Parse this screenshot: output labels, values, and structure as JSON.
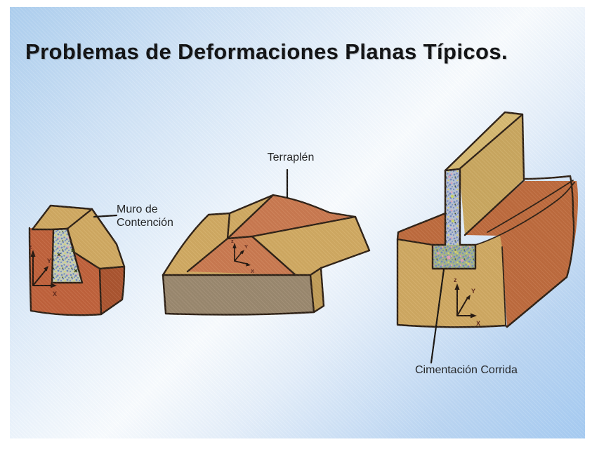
{
  "slide": {
    "title": "Problemas de Deformaciones Planas Típicos.",
    "figures": {
      "retaining_wall": {
        "label_line1": "Muro de",
        "label_line2": "Contención"
      },
      "embankment": {
        "label": "Terraplén"
      },
      "strip_footing": {
        "label": "Cimentación Corrida"
      }
    },
    "axes": {
      "x": "X",
      "y": "Y",
      "z": "z"
    },
    "colors": {
      "background_top_left": "#aecfee",
      "background_center": "#fbfdfe",
      "background_bottom_right": "#a6cbf1",
      "frame": "#ffffff",
      "title_text": "#0b0b0b",
      "label_text": "#1d1d1d",
      "outline": "#2a1b0e",
      "soil_front_terracotta": "#bf5e35",
      "soil_side_dark": "#a95029",
      "ground_tan": "#d0a75c",
      "ground_tan_dark": "#c09a52",
      "embankment_orange": "#c9764a",
      "foundation_orange": "#bd6737",
      "base_gray_brown": "#998569",
      "wall_speckle_bg": "#c6cdb1",
      "stem_speckle_bg": "#b7bfcd",
      "footing_speckle_bg": "#a2b284",
      "speckle_blue": "#6e84bb",
      "speckle_pink": "#e39cb5",
      "speckle_yellow": "#d9cf63",
      "axis_label": "#5c2314"
    }
  }
}
